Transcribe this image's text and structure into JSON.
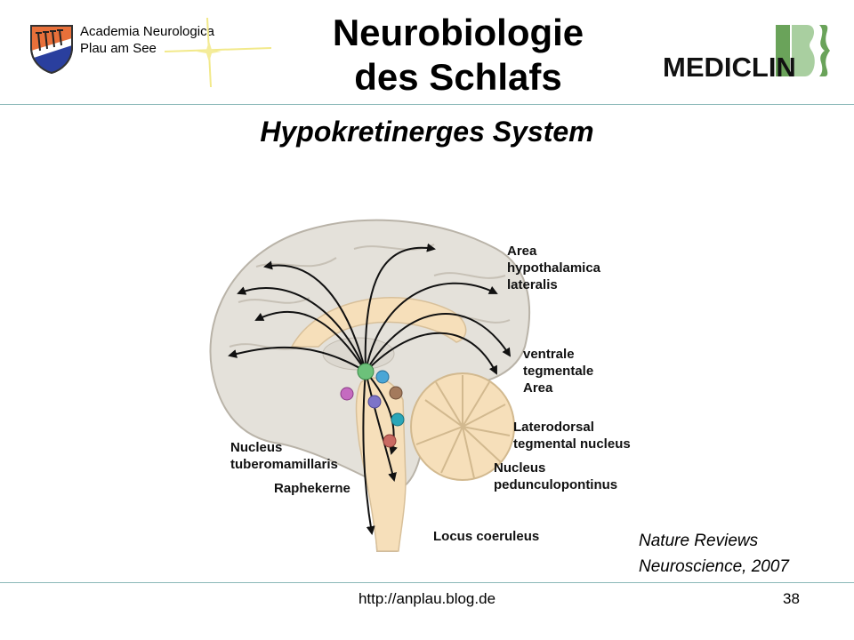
{
  "header": {
    "institution_line1": "Academia Neurologica",
    "institution_line2": "Plau am See",
    "title_line1": "Neurobiologie",
    "title_line2": "des Schlafs",
    "subtitle": "Hypokretinerges System",
    "logo_text": "MEDICLIN",
    "colors": {
      "rule": "#8ab8b8",
      "logo_green": "#6aa35a",
      "crest_orange": "#e8703a",
      "crest_blue": "#2a3f9e"
    }
  },
  "diagram": {
    "labels": {
      "area_hypothalamica_1": "Area",
      "area_hypothalamica_2": "hypothalamica",
      "area_hypothalamica_3": "lateralis",
      "vta_1": "ventrale",
      "vta_2": "tegmentale",
      "vta_3": "Area",
      "laterodorsal_1": "Laterodorsal",
      "laterodorsal_2": "tegmental nucleus",
      "tuberomam_1": "Nucleus",
      "tuberomam_2": "tuberomamillaris",
      "pedunculo_1": "Nucleus",
      "pedunculo_2": "pedunculopontinus",
      "raphe": "Raphekerne",
      "locus": "Locus coeruleus"
    },
    "nucleus_colors": [
      "#6cc17a",
      "#4aa6d6",
      "#a47a5c",
      "#c56bc0",
      "#7d74c8",
      "#2aa6b8",
      "#c96a62"
    ]
  },
  "citation": {
    "line1": "Nature Reviews",
    "line2": "Neuroscience, 2007"
  },
  "footer": {
    "url": "http://anplau.blog.de",
    "page": "38"
  }
}
